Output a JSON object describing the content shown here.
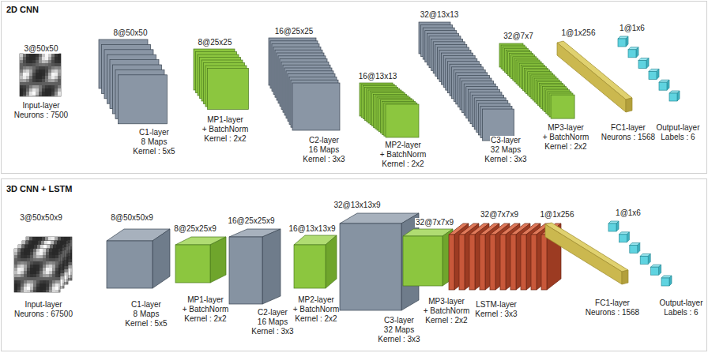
{
  "diagram": {
    "nodes": [
      {
        "text": [
          "3@50x50",
          "Input-layer",
          "Neurons : 7500"
        ]
      },
      {
        "text": [
          "8@50x50",
          "C1-layer",
          "8 Maps",
          "Kernel : 5x5"
        ]
      },
      {
        "text": [
          "8@25x25",
          "MP1-layer",
          "+ BatchNorm",
          "Kernel : 2x2"
        ]
      },
      {
        "text": [
          "16@25x25",
          "C2-layer",
          "16 Maps",
          "Kernel : 3x3"
        ]
      },
      {
        "text": [
          "16@13x13",
          "MP2-layer",
          "+ BatchNorm",
          "Kernel : 2x2"
        ]
      },
      {
        "text": [
          "32@13x13",
          "C3-layer",
          "32 Maps",
          "Kernel : 3x3"
        ]
      },
      {
        "text": [
          "32@7x7",
          "MP3-layer",
          "+ BatchNorm",
          "Kernel : 2x2"
        ]
      },
      {
        "text": [
          "1@1x256",
          "FC1-layer",
          "Neurons : 1568"
        ]
      },
      {
        "text": [
          "1@1x6",
          "Output-layer",
          "Labels : 6"
        ]
      },
      {
        "text": [
          "3@50x50x9",
          "Input-layer",
          "Neurons : 67500"
        ]
      },
      {
        "text": [
          "8@50x50x9",
          "C1-layer",
          "8 Maps",
          "Kernel : 5x5"
        ]
      },
      {
        "text": [
          "8@25x25x9",
          "MP1-layer",
          "+ BatchNorm",
          "Kernel : 2x2"
        ]
      },
      {
        "text": [
          "16@25x25x9",
          "C2-layer",
          "16 Maps",
          "Kernel : 3x3"
        ]
      },
      {
        "text": [
          "16@13x13x9",
          "MP2-layer",
          "+ BatchNorm",
          "Kernel : 2x2"
        ]
      },
      {
        "text": [
          "32@13x13x9",
          "C3-layer",
          "32 Maps",
          "Kernel : 3x3"
        ]
      },
      {
        "text": [
          "32@7x7x9",
          "MP3-layer",
          "+ BatchNorm",
          "Kernel : 2x2"
        ]
      },
      {
        "text": [
          "32@7x7x9",
          "LSTM-layer",
          "Kernel : 3x3"
        ]
      },
      {
        "text": [
          "1@1x256",
          "FC1-layer",
          "Neurons : 1568"
        ]
      },
      {
        "text": [
          "1@1x6",
          "Output-layer",
          "Labels : 6"
        ]
      }
    ],
    "labels": [
      "2D CNN",
      "3D CNN + LSTM"
    ]
  }
}
